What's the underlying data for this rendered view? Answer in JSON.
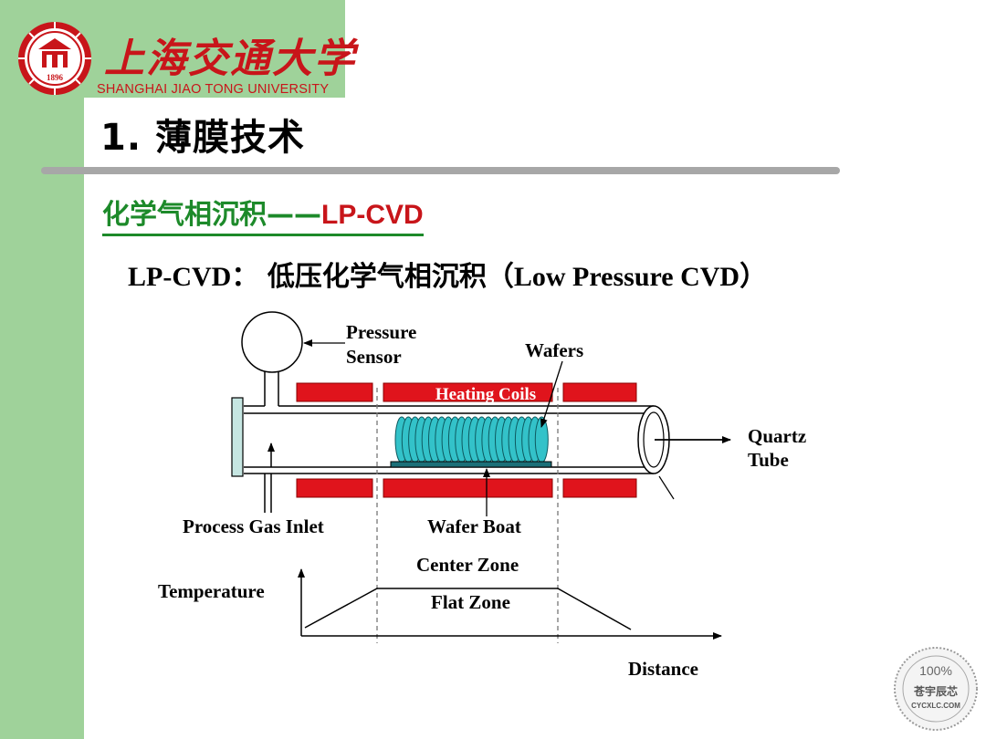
{
  "header": {
    "university_cn": "上海交通大学",
    "university_en": "SHANGHAI JIAO TONG UNIVERSITY",
    "logo_year": "1896",
    "logo_icon": "university-seal-icon"
  },
  "slide": {
    "title": "1. 薄膜技术",
    "subtitle_cn": "化学气相沉积——",
    "subtitle_en": "LP-CVD",
    "definition_prefix": "LP-CVD：",
    "definition_cn": "低压化学气相沉积",
    "definition_suffix": "（Low Pressure CVD）"
  },
  "diagram": {
    "labels": {
      "pressure_sensor_1": "Pressure",
      "pressure_sensor_2": "Sensor",
      "wafers": "Wafers",
      "heating_coils": "Heating Coils",
      "quartz_1": "Quartz",
      "quartz_2": "Tube",
      "process_gas_inlet": "Process Gas Inlet",
      "wafer_boat": "Wafer Boat",
      "center_zone": "Center Zone",
      "flat_zone": "Flat Zone",
      "temperature": "Temperature",
      "distance": "Distance"
    },
    "colors": {
      "heating_coil": "#e0141c",
      "wafers": "#33c2c9",
      "flange": "#c6e6e2",
      "band": "#9fd29a"
    }
  },
  "watermark": {
    "percent": "100%",
    "name_cn": "苍宇辰芯",
    "site": "CYCXLC.COM"
  }
}
